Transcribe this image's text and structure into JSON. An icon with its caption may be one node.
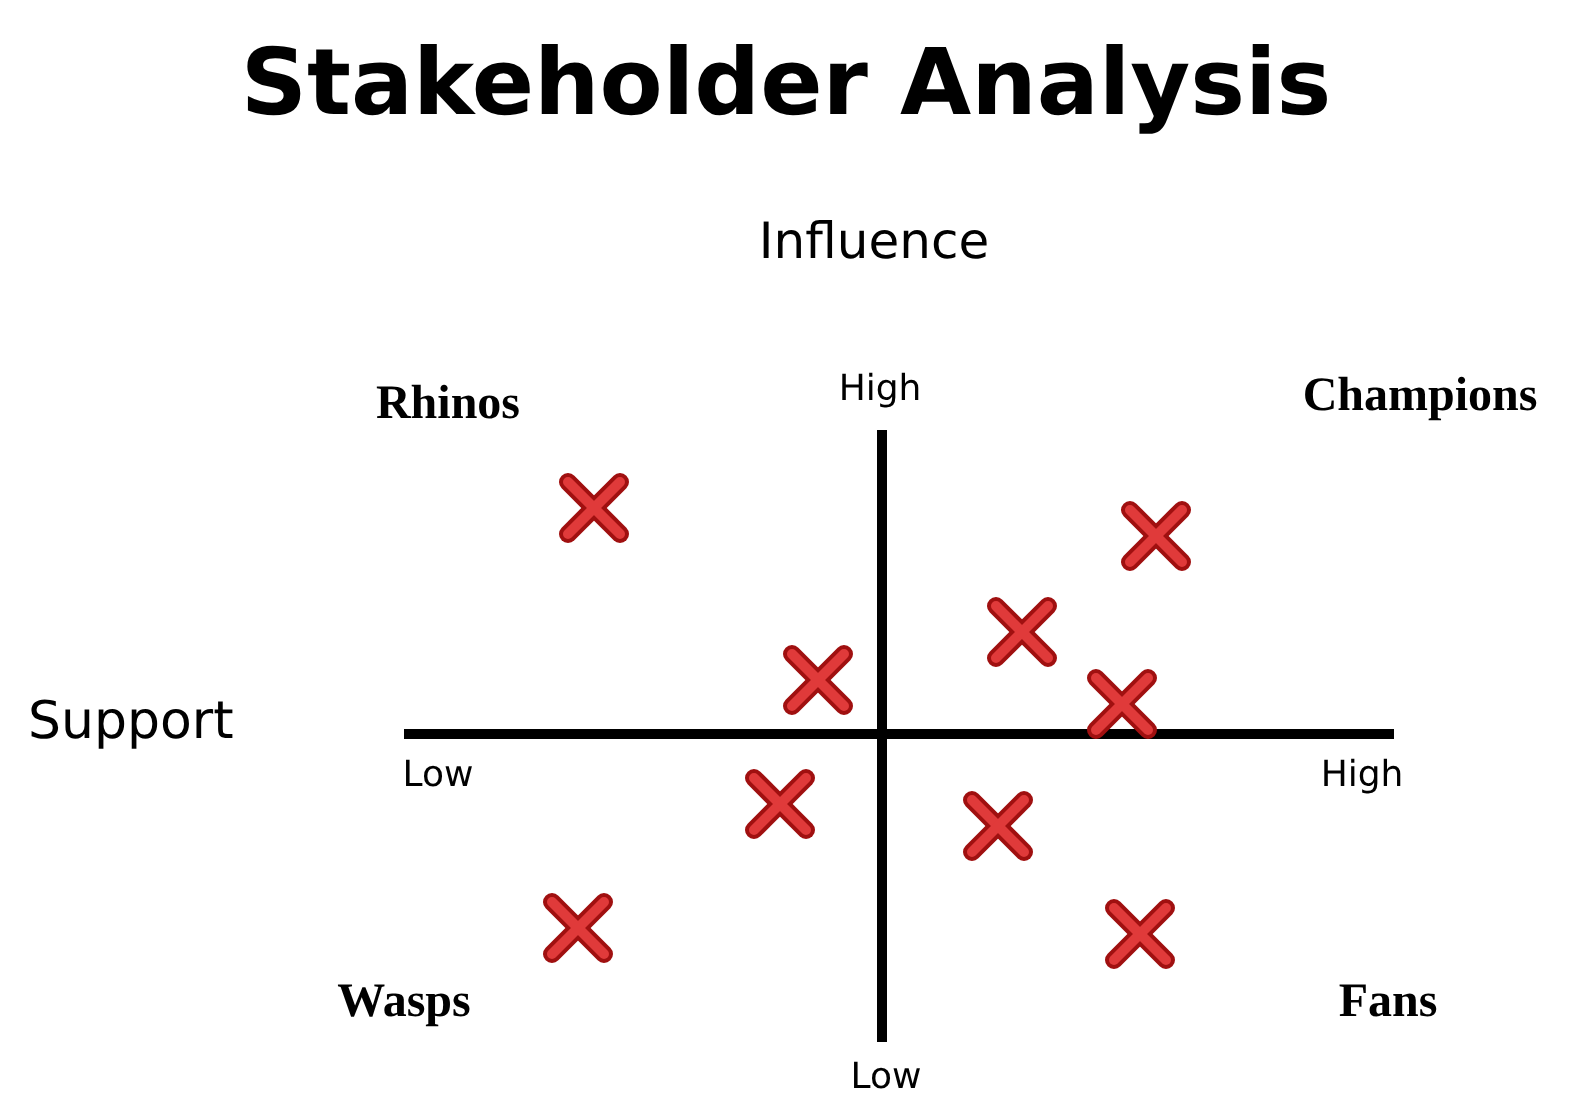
{
  "diagram": {
    "title": "Stakeholder Analysis",
    "labels": [
      "Influence",
      "Rhinos",
      "High",
      "Champions",
      "Support",
      "Low",
      "High",
      "Wasps",
      "Fans",
      "Low"
    ]
  }
}
